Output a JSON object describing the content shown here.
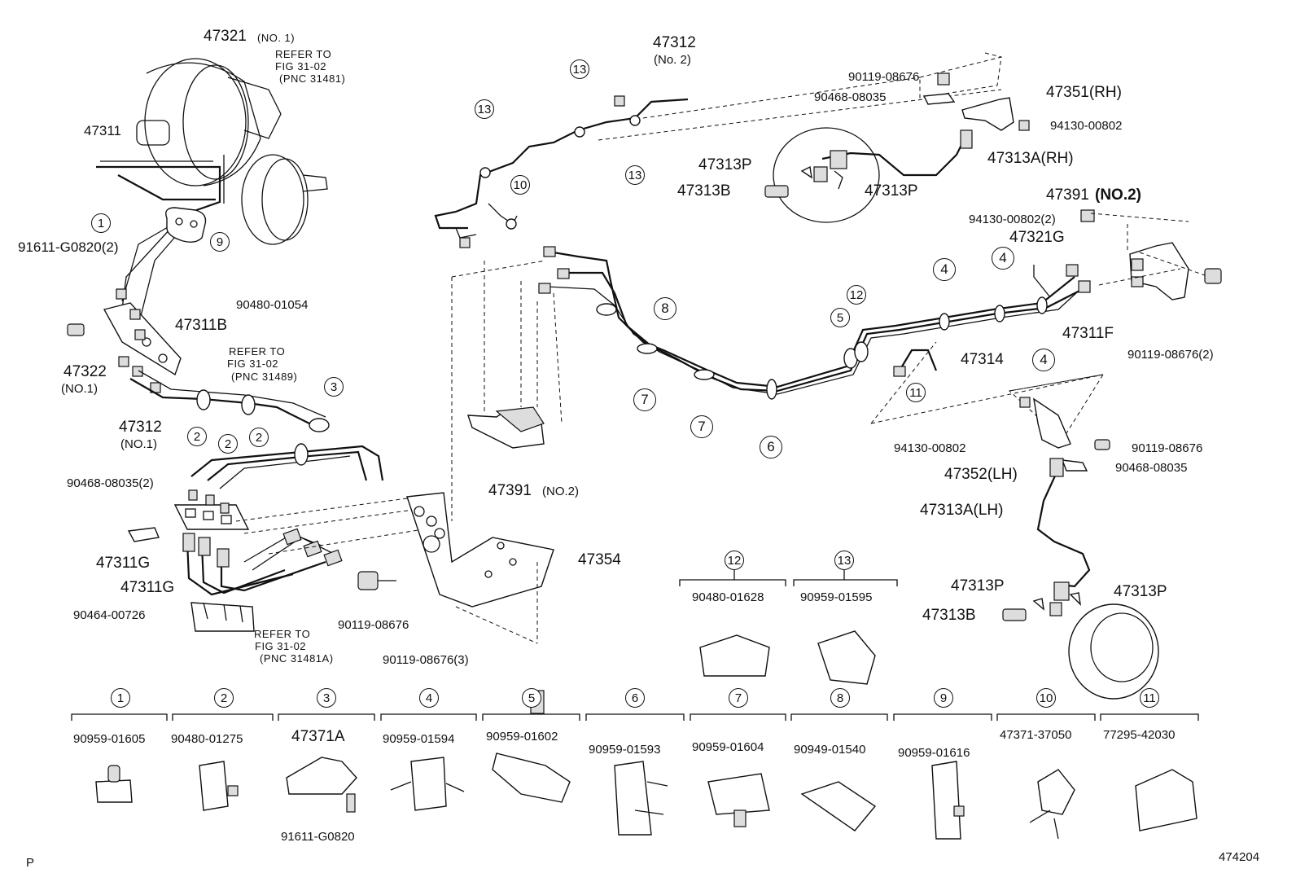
{
  "parts": {
    "p47321": "47321",
    "p47321_no": "(NO. 1)",
    "refer1_l1": "REFER TO",
    "refer1_l2": "FIG 31-02",
    "refer1_l3": "(PNC 31481)",
    "p47311": "47311",
    "p91611g0820_2": "91611-G0820(2)",
    "p90480_01054": "90480-01054",
    "p47311b": "47311B",
    "p47322": "47322",
    "p47322_no": "(NO.1)",
    "p47312a": "47312",
    "p47312a_no": "(NO.1)",
    "refer2_l1": "REFER TO",
    "refer2_l2": "FIG 31-02",
    "refer2_l3": "(PNC 31489)",
    "p90468_08035_2": "90468-08035(2)",
    "p47311g_a": "47311G",
    "p47311g_b": "47311G",
    "p90464_00726": "90464-00726",
    "refer3_l1": "REFER TO",
    "refer3_l2": "FIG 31-02",
    "refer3_l3": "(PNC 31481A)",
    "p47312b": "47312",
    "p47312b_no": "(No. 2)",
    "p90119_08676_a": "90119-08676",
    "p90468_08035_a": "90468-08035",
    "p47351rh": "47351(RH)",
    "p94130_00802_a": "94130-00802",
    "p47313p_a": "47313P",
    "p47313a_rh": "47313A(RH)",
    "p47313b_a": "47313B",
    "p47313p_b": "47313P",
    "p47391_a": "47391",
    "p47391_a_no": "(NO.2)",
    "p94130_00802_2": "94130-00802(2)",
    "p47321g": "47321G",
    "p47311f": "47311F",
    "p90119_08676_2": "90119-08676(2)",
    "p47314": "47314",
    "p94130_00802_b": "94130-00802",
    "p90119_08676_b": "90119-08676",
    "p47352lh": "47352(LH)",
    "p90468_08035_b": "90468-08035",
    "p47313a_lh": "47313A(LH)",
    "p47313p_c": "47313P",
    "p47313p_d": "47313P",
    "p47313b_b": "47313B",
    "p47391_b": "47391",
    "p47391_b_no": "(NO.2)",
    "p47354": "47354",
    "p90119_08676_c": "90119-08676",
    "p90119_08676_3": "90119-08676(3)",
    "p90480_01628": "90480-01628",
    "p90959_01595": "90959-01595"
  },
  "callouts": {
    "c1": "1",
    "c9": "9",
    "c3": "3",
    "c2a": "2",
    "c2b": "2",
    "c2c": "2",
    "c13a": "13",
    "c13b": "13",
    "c13c": "13",
    "c10": "10",
    "c8": "8",
    "c7a": "7",
    "c7b": "7",
    "c6": "6",
    "c5": "5",
    "c12": "12",
    "c4a": "4",
    "c4b": "4",
    "c4c": "4",
    "c11": "11"
  },
  "clip_table": {
    "top": [
      {
        "num": "12",
        "part": "90480-01628"
      },
      {
        "num": "13",
        "part": "90959-01595"
      }
    ],
    "bottom": [
      {
        "num": "1",
        "part": "90959-01605"
      },
      {
        "num": "2",
        "part": "90480-01275"
      },
      {
        "num": "3",
        "part": "47371A"
      },
      {
        "num": "4",
        "part": "90959-01594"
      },
      {
        "num": "5",
        "part": "90959-01602"
      },
      {
        "num": "6",
        "part": "90959-01593"
      },
      {
        "num": "7",
        "part": "90959-01604"
      },
      {
        "num": "8",
        "part": "90949-01540"
      },
      {
        "num": "9",
        "part": "90959-01616"
      },
      {
        "num": "10",
        "part": "47371-37050"
      },
      {
        "num": "11",
        "part": "77295-42030"
      }
    ],
    "sub_bolt": "91611-G0820"
  },
  "footer": {
    "left": "P",
    "right": "474204"
  }
}
